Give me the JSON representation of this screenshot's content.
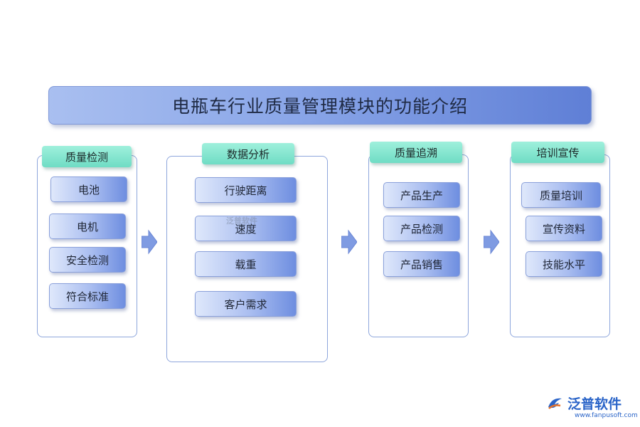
{
  "title": "电瓶车行业质量管理模块的功能介绍",
  "groups": [
    {
      "label": "质量检测",
      "items": [
        "电池",
        "电机",
        "安全检测",
        "符合标准"
      ]
    },
    {
      "label": "数据分析",
      "items": [
        "行驶距离",
        "速度",
        "载重",
        "客户需求"
      ]
    },
    {
      "label": "质量追溯",
      "items": [
        "产品生产",
        "产品检测",
        "产品销售"
      ]
    },
    {
      "label": "培训宣传",
      "items": [
        "质量培训",
        "宣传资料",
        "技能水平"
      ]
    }
  ],
  "brand": {
    "name": "泛普软件",
    "url": "www.fanpusoft.com",
    "watermark": "泛普软件"
  },
  "colors": {
    "accent": "#5f7fd6",
    "label": "#6fdcc4",
    "border": "#8ea6dc",
    "arrow": "#7f9be2"
  }
}
